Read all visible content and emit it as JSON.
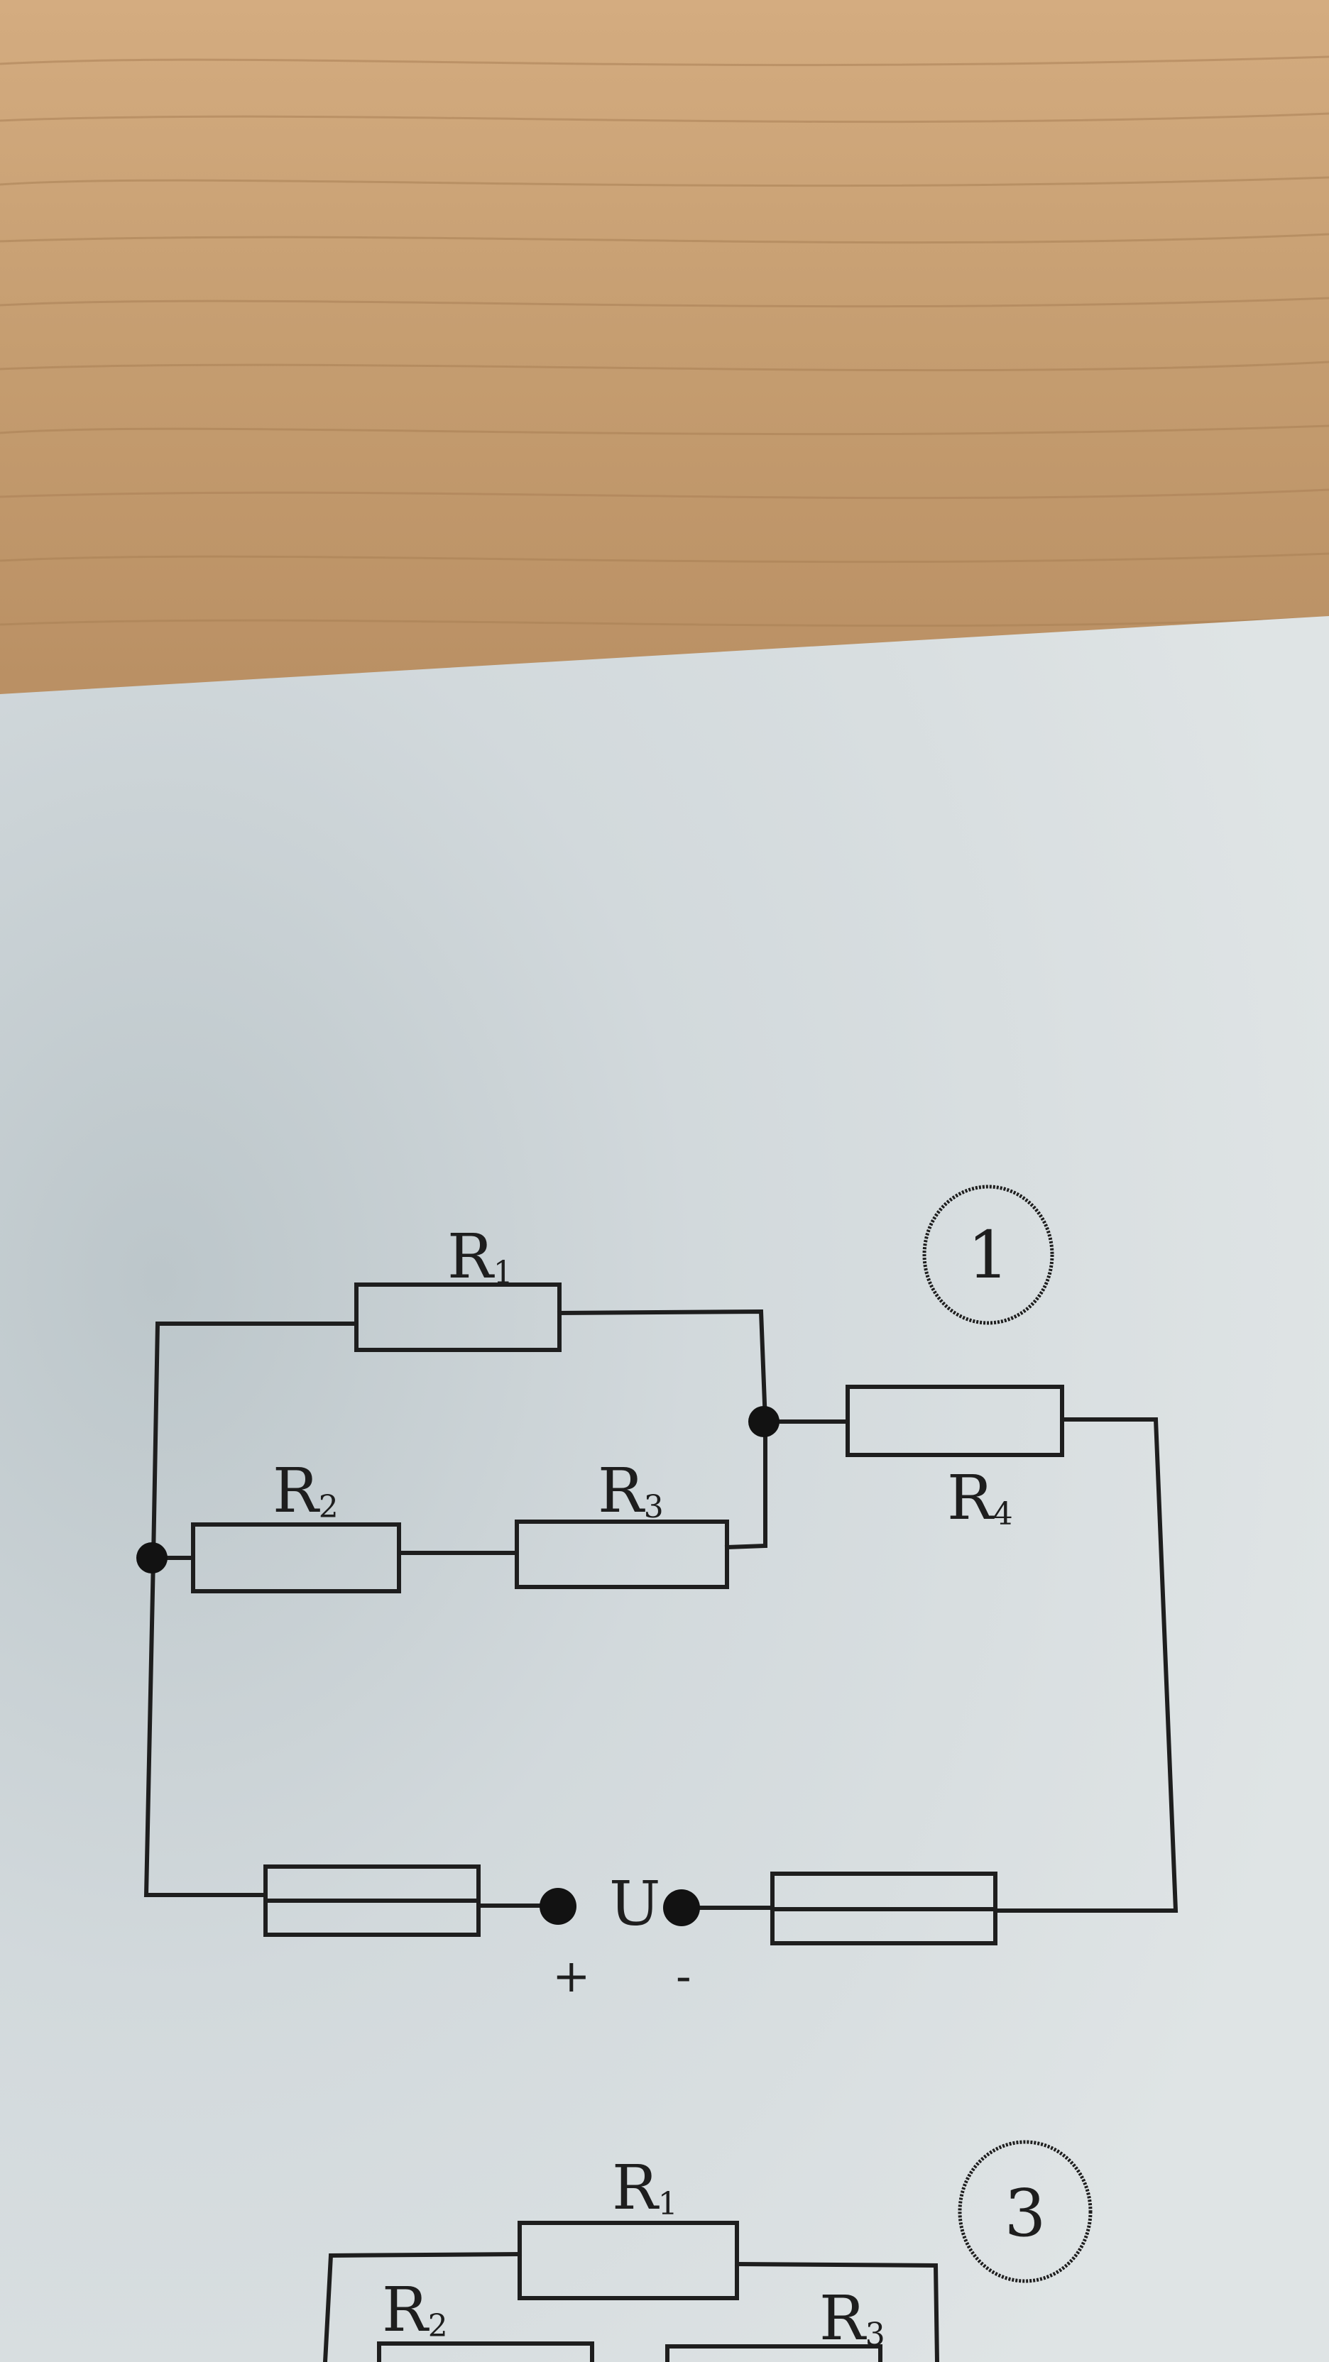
{
  "figure1": {
    "number": "1",
    "resistors": {
      "r1": {
        "letter": "R",
        "sub": "1"
      },
      "r2": {
        "letter": "R",
        "sub": "2"
      },
      "r3": {
        "letter": "R",
        "sub": "3"
      },
      "r4": {
        "letter": "R",
        "sub": "4"
      }
    },
    "source": {
      "label": "U",
      "plus": "+",
      "minus": "-"
    }
  },
  "figure3": {
    "number": "3",
    "resistors": {
      "r1": {
        "letter": "R",
        "sub": "1"
      },
      "r2": {
        "letter": "R",
        "sub": "2"
      },
      "r3": {
        "letter": "R",
        "sub": "3"
      }
    }
  },
  "colors": {
    "table_wood": "#c9a276",
    "paper": "#d6dde0",
    "ink": "#1e1e1e"
  }
}
